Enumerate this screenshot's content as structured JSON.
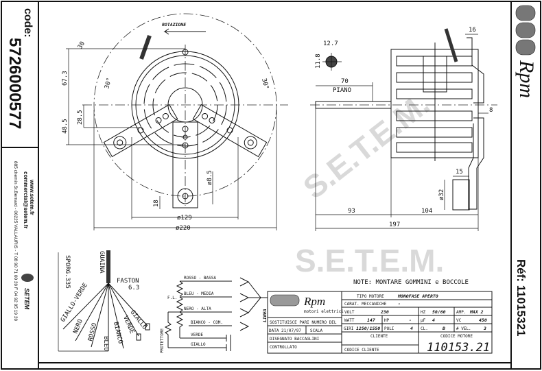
{
  "left_panel": {
    "code_label": "code:",
    "code_value": "5726000577",
    "website": "www.setem.fr",
    "email": "commercial@setem.fr",
    "address": "885 chemin St.Bernard - 06225 VALLAURIS - T 08 90 71 00 39  F 04 92 95 19 39",
    "logo_text": "SETEM"
  },
  "right_panel": {
    "logo_text": "Rpm",
    "ref": "Réf: 11015321"
  },
  "watermark": "S.E.T.E.M.",
  "front_view": {
    "rotation_label": "ROTAZIONE",
    "dims": {
      "arm_width": "30",
      "h1": "67.3",
      "h2": "48.5",
      "h3": "28.5",
      "angle_left": "30°",
      "angle_right": "30°",
      "hole": "ø8.5",
      "hole_offset": "18",
      "d_body": "ø129",
      "d_fix": "ø220"
    }
  },
  "side_view": {
    "dims": {
      "shaft_w": "12.7",
      "shaft_h": "11.8",
      "flat_len": "70",
      "flat_label": "PIANO",
      "bracket_top": "16",
      "bracket_offset": "8",
      "cap_len": "15",
      "cap_d": "ø32",
      "shaft_len": "93",
      "body_len": "104",
      "total_len": "197"
    }
  },
  "wiring": {
    "sheath": "GUAINA",
    "faston": "FASTON",
    "faston_size": "6.3",
    "protrusion": "SPORG.335",
    "wires": [
      "GIALLO-VERDE",
      "NERO",
      "ROSSO",
      "BLEU",
      "BIANCO",
      "VERDE",
      "GIALLO"
    ]
  },
  "schematic": {
    "lines": [
      "ROSSO - BASSA",
      "BLEU - MEDIA",
      "NERO - ALTA",
      "BIANCO - COM.",
      "VERDE",
      "GIALLO"
    ],
    "fl_label": "F.L.",
    "protector": "PROTETTORE",
    "line_label": "LINEA"
  },
  "note": "NOTE: MONTARE GOMMINI e BOCCOLE",
  "title_block": {
    "logo": "Rpm",
    "logo_sub": "motori elettrici",
    "tipo_label": "TIPO MOTORE",
    "tipo_value": "MONOFASE APERTO",
    "carat_label": "CARAT. MECCANICHE",
    "carat_value": "-",
    "volt_label": "VOLT",
    "volt_value": "230",
    "hz_label": "HZ",
    "hz_value": "50/60",
    "amp_label": "AMP.",
    "amp_value": "MAX 2",
    "watt_label": "WATT",
    "watt_value": "147",
    "hp_label": "HP",
    "hp_value": "-",
    "uf_label": "µF",
    "uf_value": "4",
    "vc_label": "VC",
    "vc_value": "450",
    "giri_label": "GIRI",
    "giri_value": "1250/1550",
    "poli_label": "POLI",
    "poli_value": "4",
    "cl_label": "CL.",
    "cl_value": "B",
    "vel_label": "# VEL.",
    "vel_value": "3",
    "sostituisce": "SOSTITUISCE PARI NUMERO DEL",
    "data": "DATA  21/07/97",
    "scala": "SCALA",
    "disegnato": "DISEGNATO  BACCAGLINI",
    "controllato": "CONTROLLATO",
    "cliente": "CLIENTE",
    "codice_cliente": "CODICE CLIENTE",
    "codice_motore_label": "CODICE MOTORE",
    "codice_motore": "110153.21"
  }
}
